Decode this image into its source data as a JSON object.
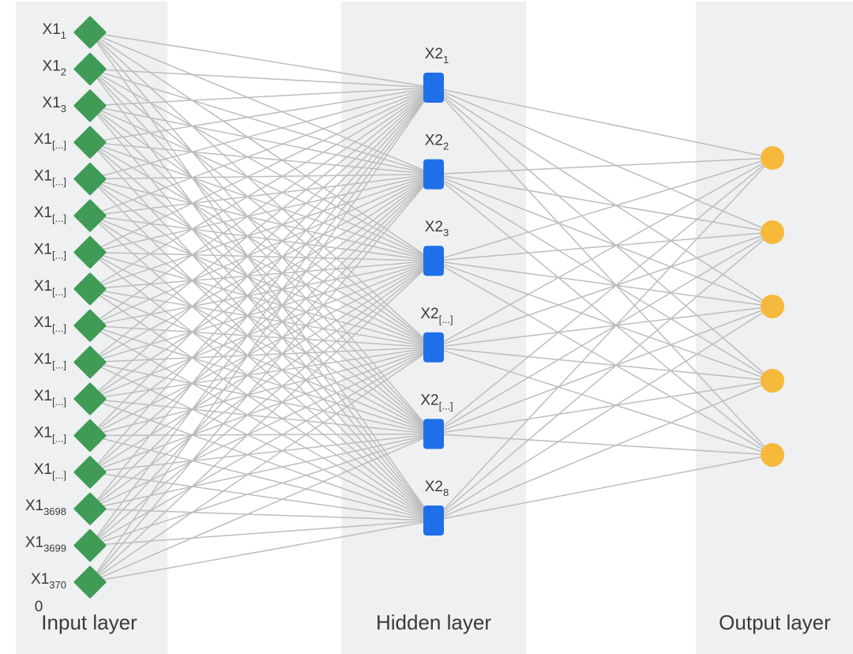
{
  "colors": {
    "band": "#eef0f2",
    "edge": "#bdbdbd",
    "input_node": "#3f9b55",
    "hidden_node": "#1f6fe8",
    "output_node": "#f6b93b",
    "text": "#3a3a3a"
  },
  "layers": {
    "input": {
      "label": "Input layer",
      "node_shape": "diamond",
      "nodes": [
        {
          "base": "X1",
          "sub": "1"
        },
        {
          "base": "X1",
          "sub": "2"
        },
        {
          "base": "X1",
          "sub": "3"
        },
        {
          "base": "X1",
          "sub": "[...]"
        },
        {
          "base": "X1",
          "sub": "[...]"
        },
        {
          "base": "X1",
          "sub": "[...]"
        },
        {
          "base": "X1",
          "sub": "[...]"
        },
        {
          "base": "X1",
          "sub": "[...]"
        },
        {
          "base": "X1",
          "sub": "[...]"
        },
        {
          "base": "X1",
          "sub": "[...]"
        },
        {
          "base": "X1",
          "sub": "[...]"
        },
        {
          "base": "X1",
          "sub": "[...]"
        },
        {
          "base": "X1",
          "sub": "[...]"
        },
        {
          "base": "X1",
          "sub": "3698"
        },
        {
          "base": "X1",
          "sub": "3699"
        },
        {
          "base": "X1",
          "sub": "370",
          "sub_tail": "0"
        }
      ]
    },
    "hidden": {
      "label": "Hidden layer",
      "node_shape": "rounded-rect",
      "nodes": [
        {
          "base": "X2",
          "sub": "1"
        },
        {
          "base": "X2",
          "sub": "2"
        },
        {
          "base": "X2",
          "sub": "3"
        },
        {
          "base": "X2",
          "sub": "[...]"
        },
        {
          "base": "X2",
          "sub": "[...]"
        },
        {
          "base": "X2",
          "sub": "8"
        }
      ]
    },
    "output": {
      "label": "Output layer",
      "node_shape": "circle",
      "node_count": 5
    }
  },
  "connectivity": "fully-connected"
}
